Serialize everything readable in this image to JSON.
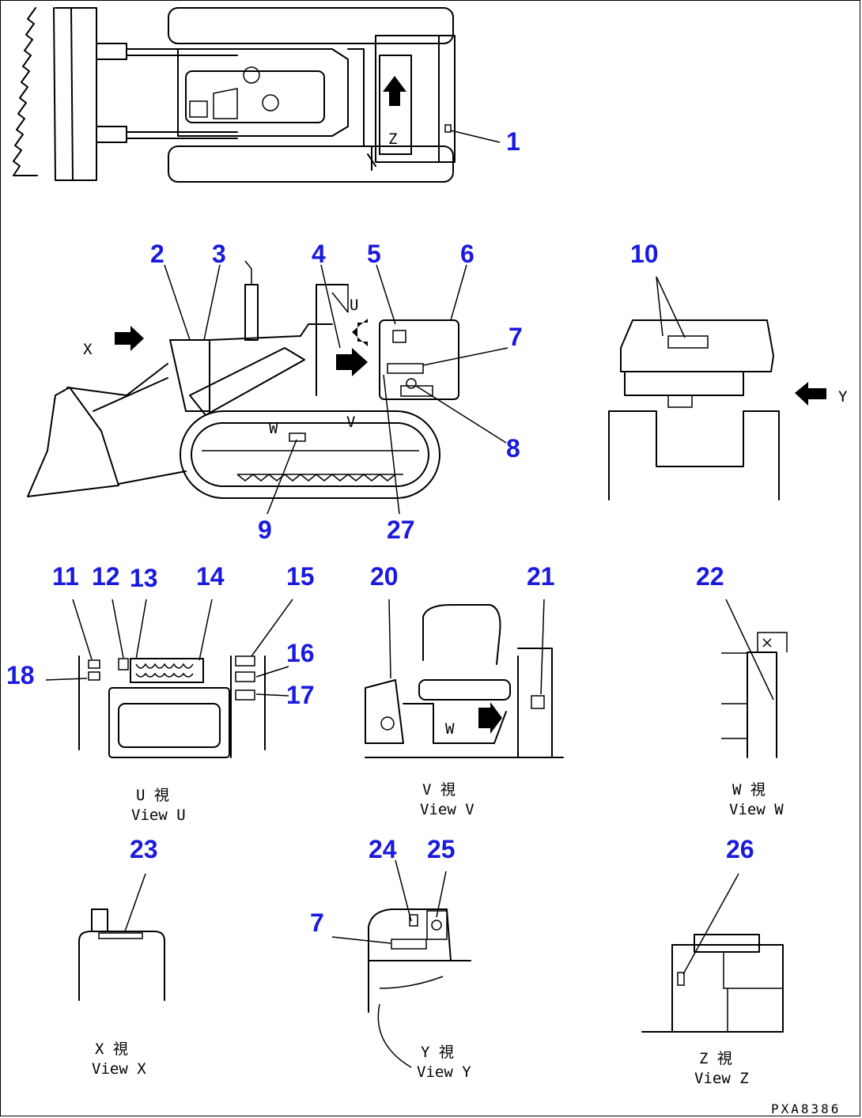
{
  "callouts": {
    "n1": "1",
    "n2": "2",
    "n3": "3",
    "n4": "4",
    "n5": "5",
    "n6": "6",
    "n7": "7",
    "n7b": "7",
    "n8": "8",
    "n9": "9",
    "n10": "10",
    "n11": "11",
    "n12": "12",
    "n13": "13",
    "n14": "14",
    "n15": "15",
    "n16": "16",
    "n17": "17",
    "n18": "18",
    "n20": "20",
    "n21": "21",
    "n22": "22",
    "n23": "23",
    "n24": "24",
    "n25": "25",
    "n26": "26",
    "n27": "27"
  },
  "view_markers": {
    "x": "X",
    "y": "Y",
    "z": "Z",
    "u": "U",
    "v": "V",
    "w": "W"
  },
  "view_captions": {
    "u_jp": "U 視",
    "u_en": "View U",
    "v_jp": "V 視",
    "v_en": "View V",
    "w_jp": "W 視",
    "w_en": "View W",
    "x_jp": "X 視",
    "x_en": "View X",
    "y_jp": "Y 視",
    "y_en": "View Y",
    "z_jp": "Z 視",
    "z_en": "View Z"
  },
  "drawing_code": "PXA8386",
  "colors": {
    "callout": "#1a1adf",
    "line": "#000000"
  }
}
